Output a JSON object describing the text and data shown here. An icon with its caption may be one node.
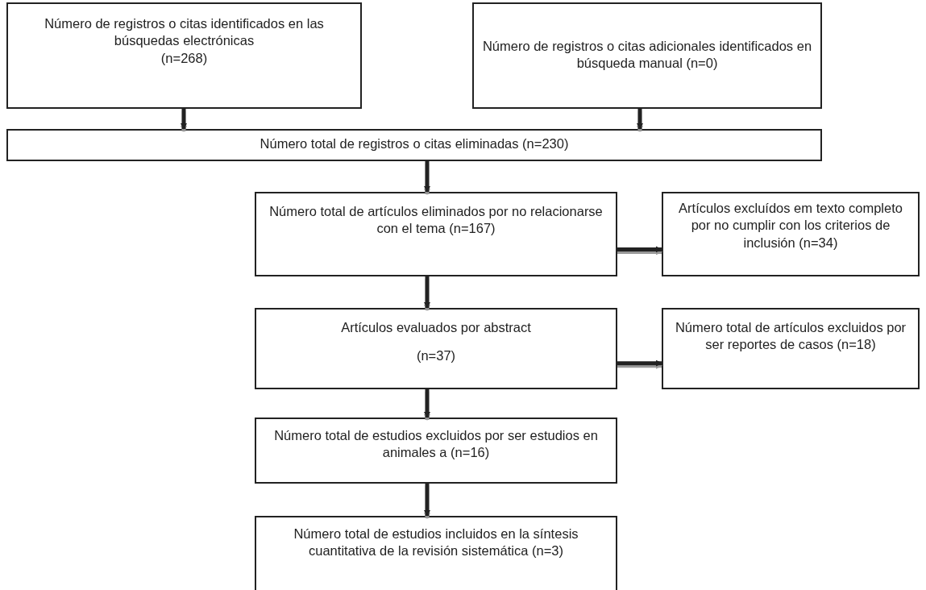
{
  "diagram": {
    "nodes": [
      {
        "text": [
          "Número de registros o citas identificados en las búsquedas electrónicas",
          "(n=268)"
        ]
      },
      {
        "text": [
          "Número de registros o citas adicionales identificados en búsqueda manual  (n=0)"
        ]
      },
      {
        "text": [
          "Número total de registros o citas eliminadas (n=230)"
        ]
      },
      {
        "text": [
          "Número total de artículos eliminados por no relacionarse con el tema (n=167)"
        ]
      },
      {
        "text": [
          "Artículos excluídos em texto completo por no cumplir con los criterios de inclusión (n=34)"
        ]
      },
      {
        "text": [
          "Artículos evaluados por abstract",
          "(n=37)"
        ]
      },
      {
        "text": [
          "Número total de artículos excluidos por ser reportes de casos (n=18)"
        ]
      },
      {
        "text": [
          "Número total de estudios excluidos por ser estudios en animales a (n=16)"
        ]
      },
      {
        "text": [
          "Número total de estudios incluidos en la síntesis cuantitativa de la revisión sistemática (n=3)"
        ]
      }
    ],
    "edges": [
      {
        "from": 0,
        "to": 2,
        "arrow": "to"
      },
      {
        "from": 1,
        "to": 2,
        "arrow": "to"
      },
      {
        "from": 2,
        "to": 3,
        "arrow": "to"
      },
      {
        "from": 3,
        "to": 4,
        "arrow": "to"
      },
      {
        "from": 3,
        "to": 5,
        "arrow": "to"
      },
      {
        "from": 5,
        "to": 6,
        "arrow": "to"
      },
      {
        "from": 5,
        "to": 7,
        "arrow": "to"
      },
      {
        "from": 7,
        "to": 8,
        "arrow": "to"
      }
    ]
  }
}
